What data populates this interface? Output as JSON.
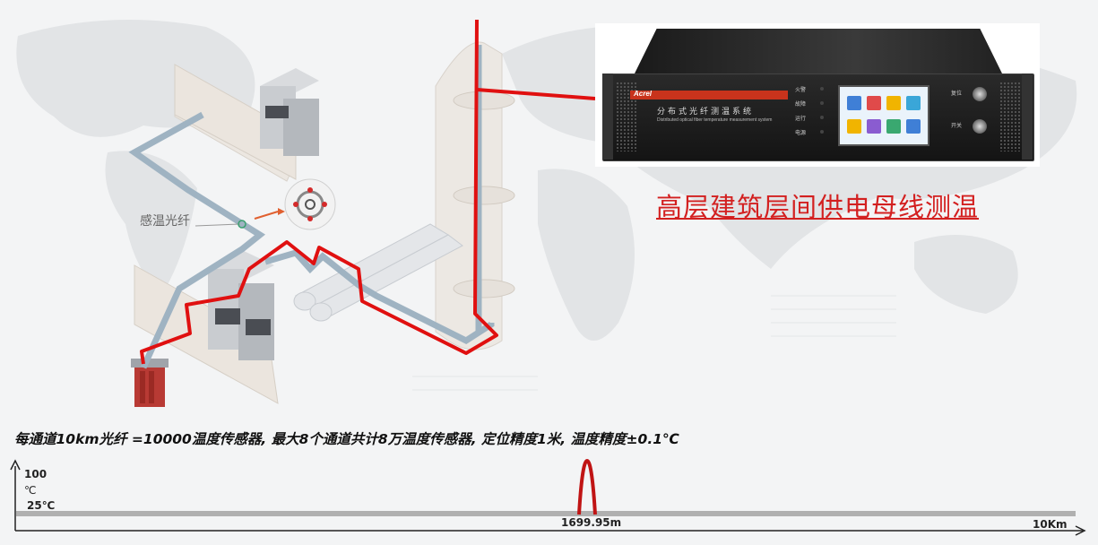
{
  "header": {
    "caption": "高层建筑层间供电母线测温"
  },
  "scene": {
    "fiber_label": "感温光纤"
  },
  "device": {
    "brand": "Acrel",
    "title_cn": "分布式光纤测温系统",
    "title_en": "Distributed optical fiber temperature measurement system",
    "indicators": [
      "火警",
      "故障",
      "运行",
      "电源"
    ],
    "knobs": [
      "复位",
      "开关"
    ]
  },
  "spec_text": "每通道10km光纤 =10000温度传感器, 最大8个通道共计8万温度传感器, 定位精度1米, 温度精度±0.1℃",
  "profile": {
    "y_max_label": "100",
    "y_unit": "℃",
    "baseline_label": "25℃",
    "peak_position_label": "1699.95m",
    "x_end_label": "10Km"
  },
  "colors": {
    "fiber_path": "#e01010",
    "caption": "#d32020",
    "peak": "#c01414"
  }
}
